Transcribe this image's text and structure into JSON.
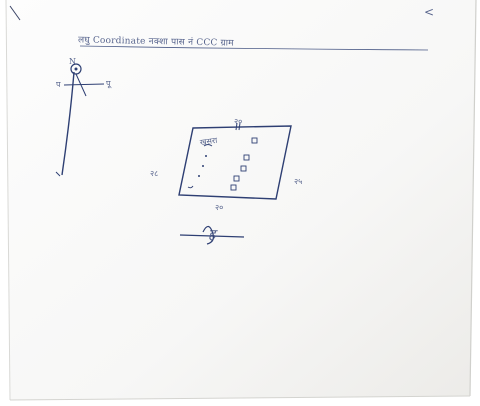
{
  "document": {
    "heading": "लघु Coordinate नक्शा पास नं CCC ग्राम",
    "corner_mark": "<",
    "north_arrow": {
      "north_label": "N",
      "west_label": "प",
      "east_label": "पू"
    },
    "sketch_plan": {
      "top_dimension": "२०",
      "left_dimension": "२८",
      "right_dimension": "२५",
      "bottom_dimension": "२०",
      "plot_label": "खसरा"
    },
    "signature": "ह"
  },
  "colors": {
    "paper": "#fbfbfb",
    "paper_shadow": "#e8e8e6",
    "ink": "#2e3f73",
    "pencil": "#555a66"
  }
}
